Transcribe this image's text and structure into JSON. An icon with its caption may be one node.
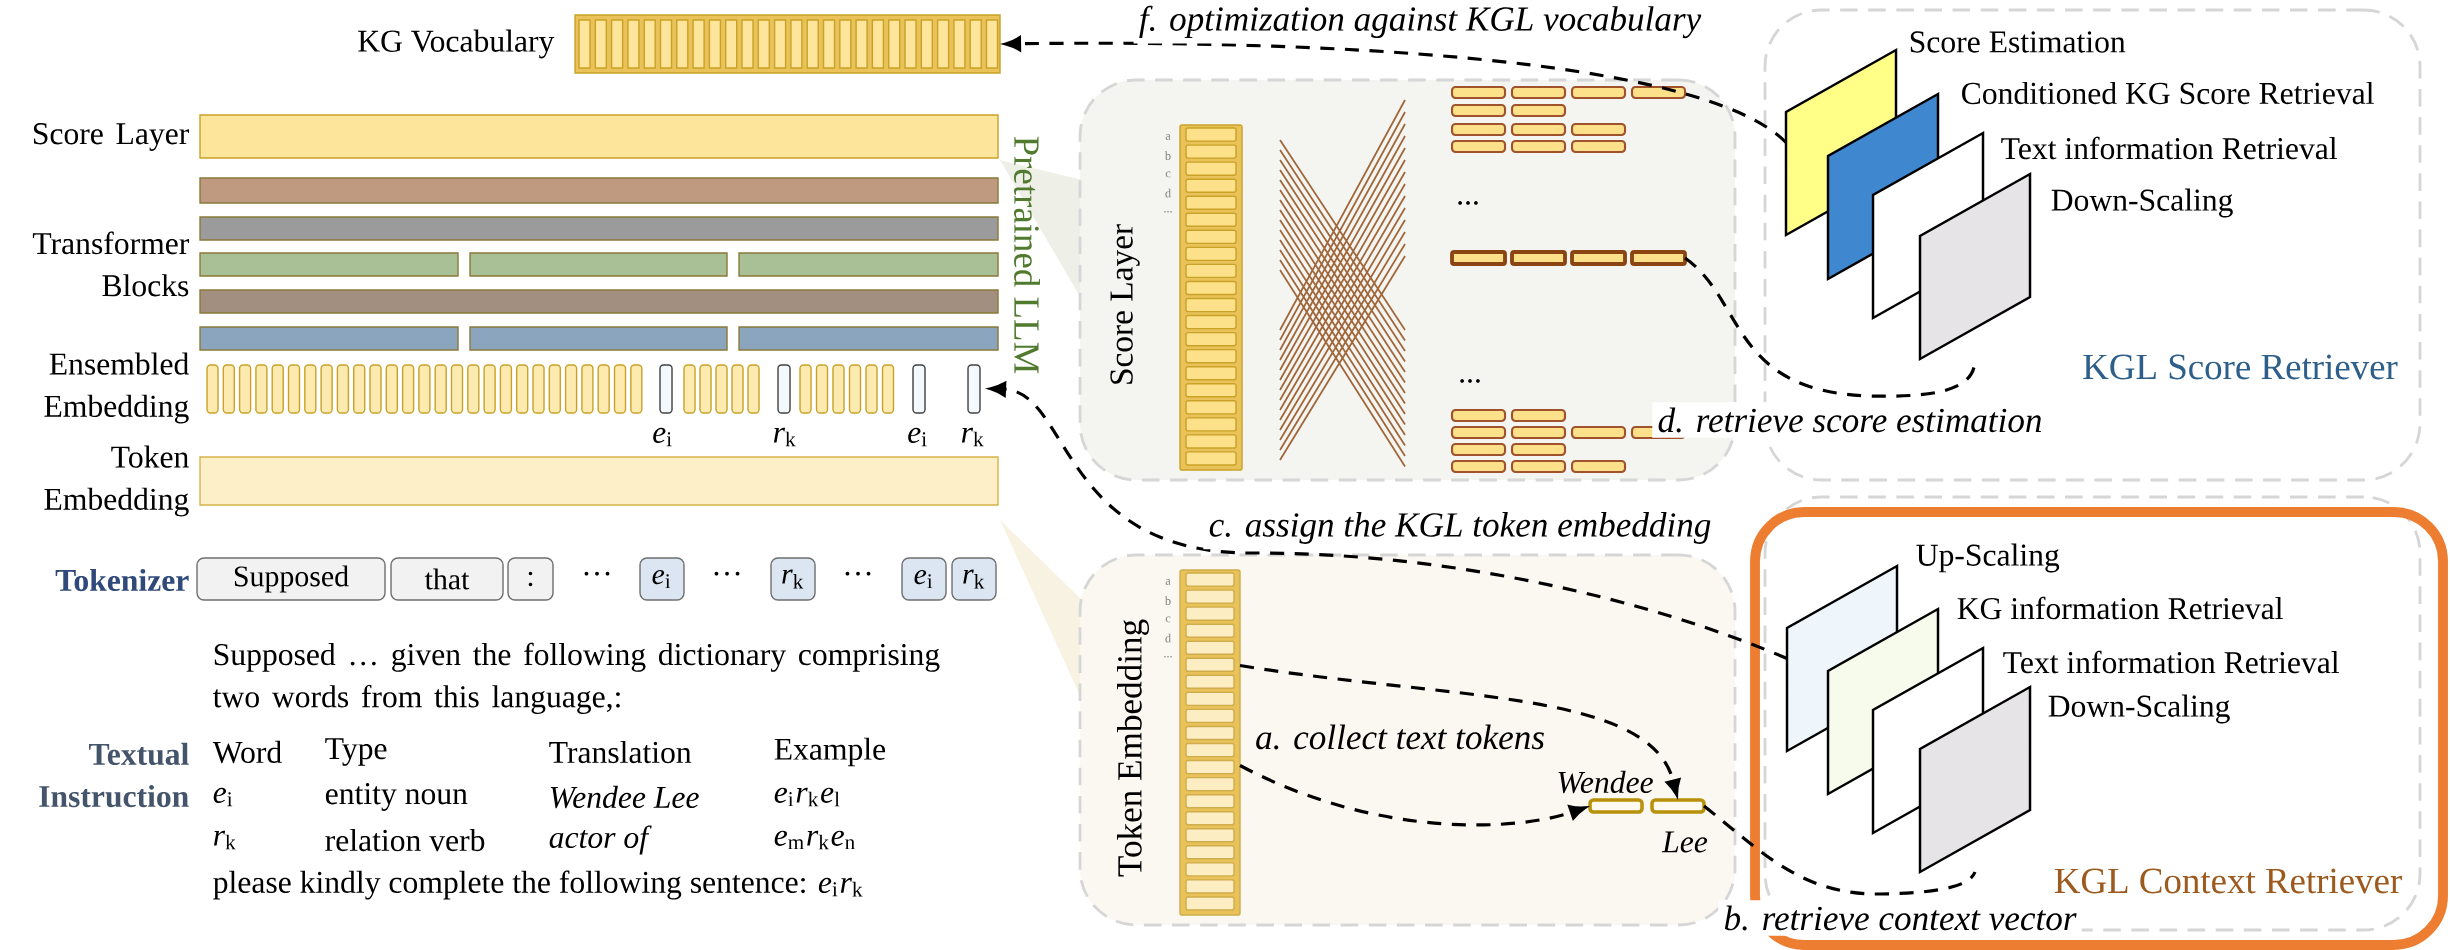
{
  "diagram": {
    "nodes": [
      {
        "text": [
          "KG Vocabulary"
        ]
      },
      {
        "text": [
          "Score Layer"
        ]
      },
      {
        "text": [
          "Transformer Blocks"
        ]
      },
      {
        "text": [
          "Ensembled Embedding"
        ]
      },
      {
        "text": [
          "Token Embedding"
        ]
      },
      {
        "text": [
          "Supposed"
        ]
      },
      {
        "text": [
          "that"
        ]
      },
      {
        "text": [
          ":"
        ]
      },
      {
        "text": [
          "*e*$_{i}$"
        ]
      },
      {
        "text": [
          "*r*$_{k}$"
        ]
      },
      {
        "text": [
          "*e*$_{i}$"
        ]
      },
      {
        "text": [
          "*r*$_{k}$"
        ]
      },
      {
        "text": [
          "Score Layer"
        ]
      },
      {
        "text": [],
        "shape": "bar",
        "in": 12,
        "beside": [
          "a",
          "b",
          "c",
          "d",
          "..."
        ]
      },
      {
        "text": [],
        "shape": "bar",
        "in": 12
      },
      {
        "text": [
          "Token Embedding"
        ]
      },
      {
        "text": [],
        "shape": "bar",
        "in": 15,
        "beside": [
          "a",
          "b",
          "c",
          "d",
          "..."
        ]
      },
      {
        "text": [
          "Wendee"
        ],
        "in": 15
      },
      {
        "text": [
          "Lee"
        ],
        "in": 15
      },
      {
        "text": [
          "KGL Score Retriever"
        ]
      },
      {
        "text": [
          "Score Estimation"
        ],
        "in": 19
      },
      {
        "text": [
          "Conditioned KG Score Retrieval"
        ],
        "in": 19
      },
      {
        "text": [
          "Text information Retrieval"
        ],
        "in": 19
      },
      {
        "text": [
          "Down-Scaling"
        ],
        "in": 19
      },
      {
        "text": [
          "KGL Context Retriever"
        ]
      },
      {
        "text": [
          "Up-Scaling"
        ],
        "in": 24
      },
      {
        "text": [
          "KG information Retrieval"
        ],
        "in": 24
      },
      {
        "text": [
          "Text information Retrieval"
        ],
        "in": 24
      },
      {
        "text": [
          "Down-Scaling"
        ],
        "in": 24
      }
    ],
    "edges": [
      {
        "from": 20,
        "to": 0,
        "arrow": "to",
        "style": "dashed",
        "label": "f. optimization against KGL vocabulary"
      },
      {
        "from": 14,
        "to": 23,
        "arrow": "none",
        "style": "dashed",
        "label": "d. retrieve score estimation"
      },
      {
        "from": 25,
        "to": 3,
        "arrow": "to",
        "style": "dashed",
        "label": "c. assign the KGL token embedding"
      },
      {
        "from": 16,
        "to": 17,
        "arrow": "to",
        "style": "dashed",
        "label": "a. collect text tokens"
      },
      {
        "from": 16,
        "to": 18,
        "arrow": "to",
        "style": "dashed"
      },
      {
        "from": 18,
        "to": 28,
        "arrow": "none",
        "style": "dashed",
        "label": "b. retrieve context vector"
      }
    ],
    "labels": [
      "*e*$_{i}$",
      "*r*$_{k}$",
      "*e*$_{i}$",
      "*r*$_{k}$",
      "Pretrained LLM",
      "Tokenizer",
      "···",
      "···",
      "···",
      "Supposed … given the following dictionary comprising two words from this language,:",
      "Textual Instruction",
      "Word",
      "Type",
      "Translation",
      "Example",
      "*e*$_{i}$",
      "entity noun",
      "Wendee Lee",
      "*e*$_{i}$*r*$_{k}$*e*$_{l}$",
      "*r*$_{k}$",
      "relation verb",
      "actor of",
      "*e*$_{m}$*r*$_{k}$*e*$_{n}$",
      "please kindly complete the following sentence: *e*$_{i}$*r*$_{k}$",
      "...",
      "..."
    ]
  }
}
